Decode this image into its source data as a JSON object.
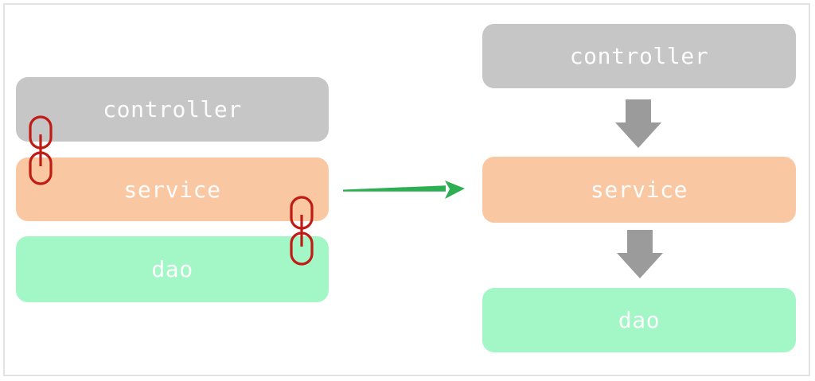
{
  "frame": {
    "border_color": "#e2e2e2"
  },
  "diagram": {
    "layers": [
      {
        "id": "controller",
        "label": "controller",
        "color": "#c6c6c6"
      },
      {
        "id": "service",
        "label": "service",
        "color": "#f9c8a3"
      },
      {
        "id": "dao",
        "label": "dao",
        "color": "#a3f6c6"
      }
    ],
    "label_text_color": "#fcfcfc"
  },
  "icons": {
    "chain_link": {
      "name": "chain-link-icon",
      "color": "#c01b14"
    },
    "block_down_arrow": {
      "name": "down-arrow-icon",
      "color": "#9b9b9b"
    },
    "transform_arrow": {
      "name": "right-arrow-icon",
      "color": "#2dae52"
    }
  }
}
